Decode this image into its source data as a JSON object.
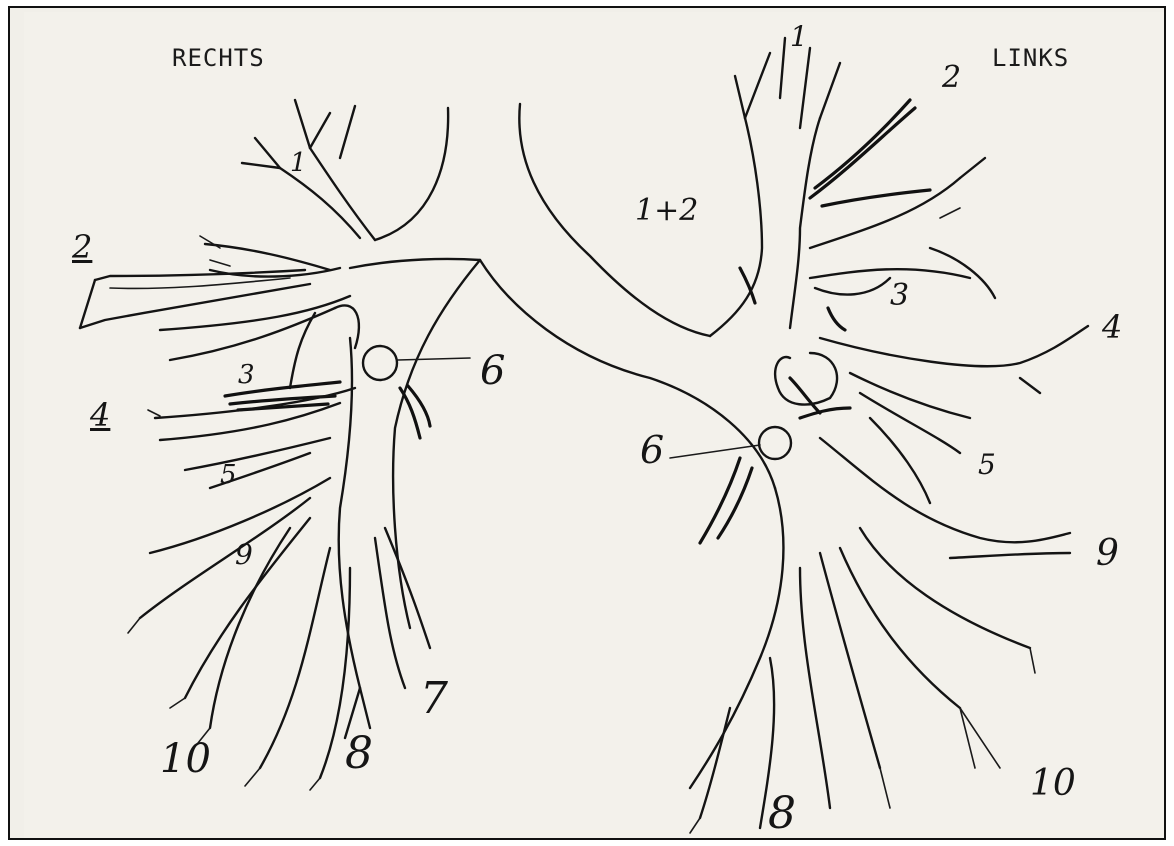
{
  "sides": {
    "right": "RECHTS",
    "left": "LINKS"
  },
  "segments_right": {
    "s1": "1",
    "s2": "2",
    "s3": "3",
    "s4": "4",
    "s5": "5",
    "s6": "6",
    "s7": "7",
    "s8": "8",
    "s9": "9",
    "s10": "10"
  },
  "segments_left": {
    "s1": "1",
    "s1_2": "1+2",
    "s2": "2",
    "s3": "3",
    "s4": "4",
    "s5": "5",
    "s6": "6",
    "s8": "8",
    "s9": "9",
    "s10": "10"
  },
  "colors": {
    "ink": "#141414",
    "paper": "#f3f1eb",
    "frame": "#111111"
  }
}
